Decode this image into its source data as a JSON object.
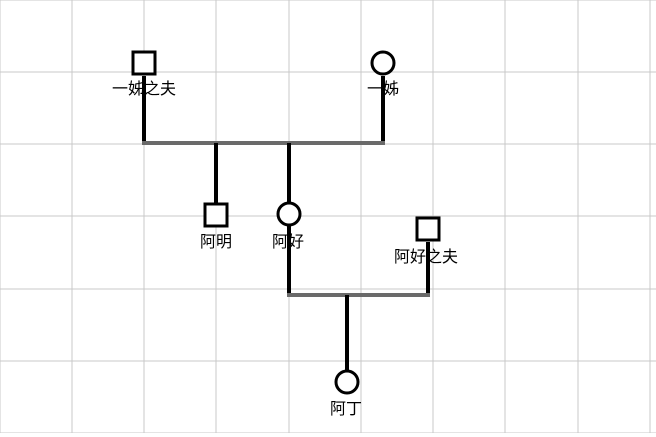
{
  "diagram": {
    "type": "family-tree",
    "people": [
      {
        "id": "yizi-zhifu",
        "name": "一姊之夫",
        "sex": "male"
      },
      {
        "id": "yizi",
        "name": "一姊",
        "sex": "female"
      },
      {
        "id": "aming",
        "name": "阿明",
        "sex": "male"
      },
      {
        "id": "ahao",
        "name": "阿好",
        "sex": "female"
      },
      {
        "id": "ahao-zhifu",
        "name": "阿好之夫",
        "sex": "male"
      },
      {
        "id": "ading",
        "name": "阿丁",
        "sex": "female"
      }
    ],
    "couples": [
      {
        "partners": [
          "yizi-zhifu",
          "yizi"
        ],
        "children": [
          "aming",
          "ahao"
        ]
      },
      {
        "partners": [
          "ahao",
          "ahao-zhifu"
        ],
        "children": [
          "ading"
        ]
      }
    ]
  },
  "colors": {
    "grid": "#c8c8c8",
    "bond_line": "#6a6a6a",
    "descent_line": "#000000",
    "symbol_stroke": "#000000",
    "background": "#ffffff"
  }
}
